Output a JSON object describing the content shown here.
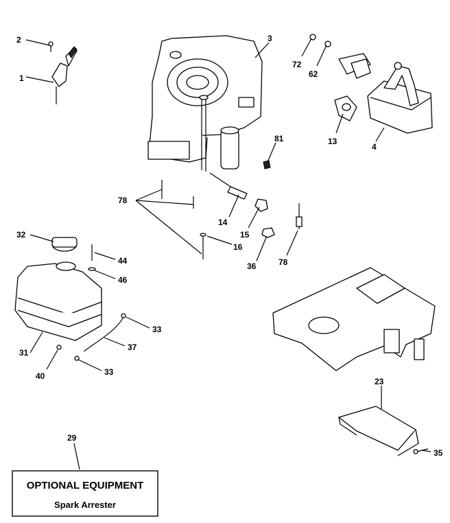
{
  "callouts": {
    "c1": "1",
    "c2": "2",
    "c3": "3",
    "c72": "72",
    "c62": "62",
    "c13": "13",
    "c4": "4",
    "c81": "81",
    "c78a": "78",
    "c14": "14",
    "c15": "15",
    "c16": "16",
    "c36": "36",
    "c78b": "78",
    "c32": "32",
    "c44": "44",
    "c46": "46",
    "c33a": "33",
    "c37": "37",
    "c31": "31",
    "c40": "40",
    "c33b": "33",
    "c23": "23",
    "c35": "35",
    "c29": "29"
  },
  "optional_box": {
    "title": "OPTIONAL EQUIPMENT",
    "subtitle": "Spark Arrester"
  }
}
